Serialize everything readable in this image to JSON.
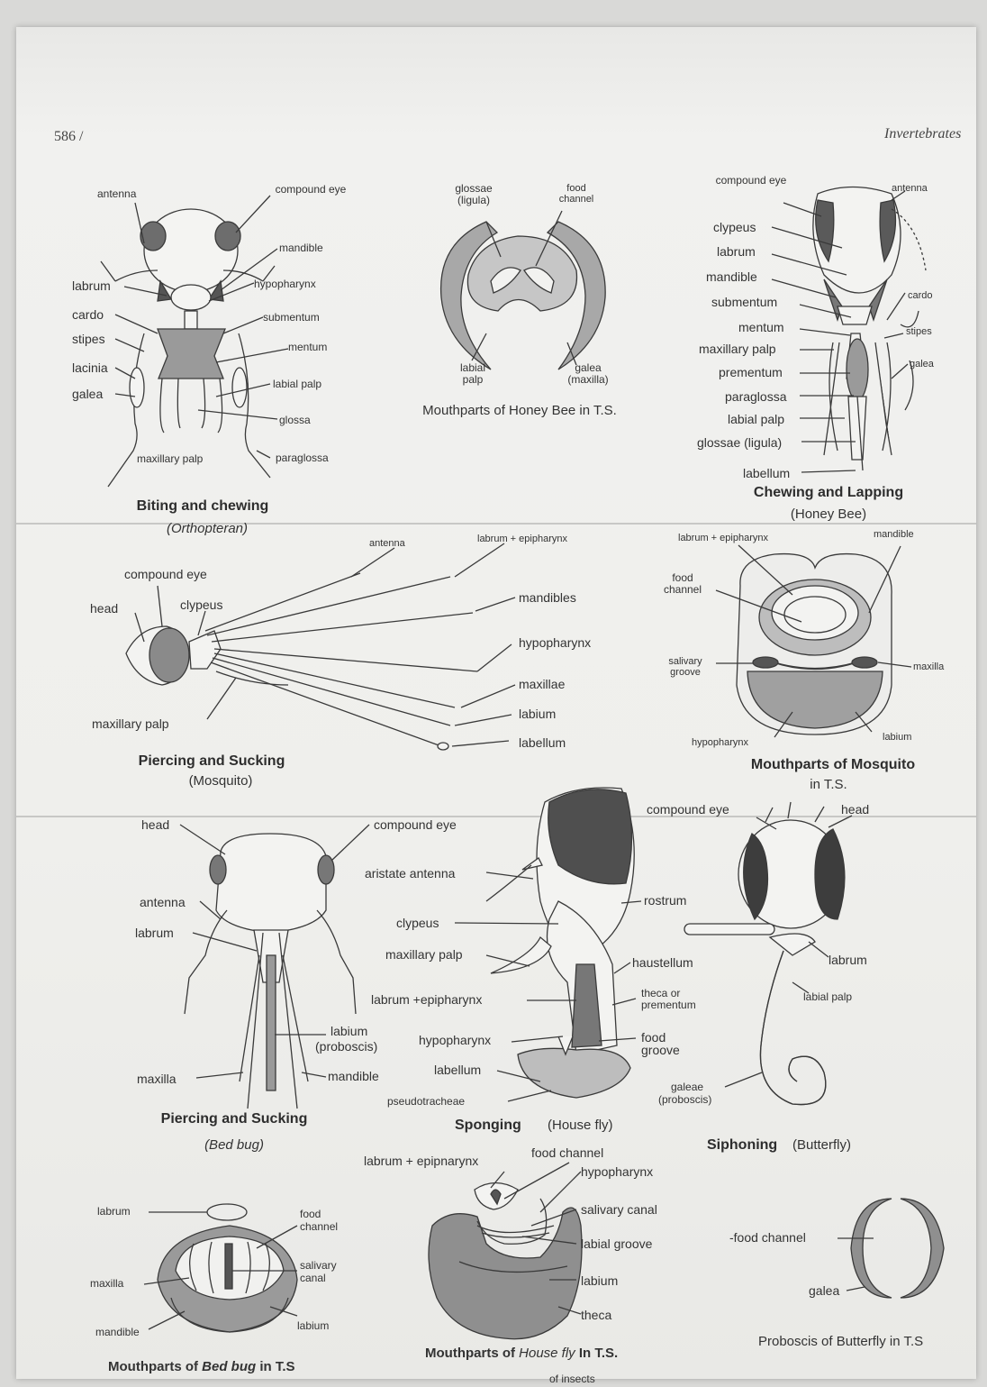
{
  "header": {
    "page_number": "586 /",
    "running_title": "Invertebrates"
  },
  "figs": {
    "orthopteran": {
      "labels": [
        "antenna",
        "compound eye",
        "mandible",
        "labrum",
        "hypopharynx",
        "cardo",
        "submentum",
        "stipes",
        "mentum",
        "lacinia",
        "galea",
        "labial palp",
        "glossa",
        "maxillary palp",
        "paraglossa"
      ],
      "caption": "Biting and chewing",
      "subcaption": "(Orthopteran)"
    },
    "honeybee_ts": {
      "labels": [
        "glossae (ligula)",
        "food channel",
        "labial palp",
        "galea (maxilla)"
      ],
      "caption": "Mouthparts of Honey Bee in T.S."
    },
    "honeybee": {
      "labels": [
        "compound eye",
        "antenna",
        "clypeus",
        "labrum",
        "mandible",
        "cardo",
        "submentum",
        "mentum",
        "stipes",
        "maxillary palp",
        "galea",
        "prementum",
        "paraglossa",
        "labial palp",
        "glossae (ligula)",
        "labellum"
      ],
      "caption": "Chewing and Lapping",
      "subcaption": "(Honey Bee)"
    },
    "mosquito": {
      "labels": [
        "antenna",
        "labrum + epipharynx",
        "compound eye",
        "head",
        "clypeus",
        "mandibles",
        "hypopharynx",
        "maxillae",
        "labium",
        "maxillary palp",
        "labellum"
      ],
      "caption": "Piercing and Sucking",
      "subcaption": "(Mosquito)"
    },
    "mosquito_ts": {
      "labels": [
        "labrum + epipharynx",
        "mandible",
        "food channel",
        "salivary groove",
        "maxilla",
        "hypopharynx",
        "labium"
      ],
      "caption": "Mouthparts of Mosquito",
      "caption2": "in T.S."
    },
    "bedbug": {
      "labels": [
        "head",
        "compound eye",
        "antenna",
        "labrum",
        "labium",
        "(proboscis)",
        "maxilla",
        "mandible"
      ],
      "caption": "Piercing and Sucking",
      "subcaption": "(Bed bug)"
    },
    "housefly": {
      "labels": [
        "aristate antenna",
        "clypeus",
        "maxillary palp",
        "labrum +epipharynx",
        "hypopharynx",
        "labellum",
        "pseudotracheae",
        "rostrum",
        "haustellum",
        "theca or",
        "prementum",
        "food",
        "groove"
      ],
      "caption": "Sponging",
      "subcaption": "(House fly)"
    },
    "butterfly": {
      "labels": [
        "compound eye",
        "head",
        "labrum",
        "labial palp",
        "galeae",
        "(proboscis)"
      ],
      "caption": "Siphoning",
      "subcaption": "(Butterfly)"
    },
    "bedbug_ts": {
      "labels": [
        "labrum",
        "food",
        "channel",
        "salivary",
        "canal",
        "maxilla",
        "labium",
        "mandible"
      ],
      "caption_a": "Mouthparts of ",
      "caption_b": "Bed bug",
      "caption_c": " in T.S"
    },
    "housefly_ts": {
      "labels": [
        "labrum + epipnarynx",
        "food channel",
        "hypopharynx",
        "salivary canal",
        "labial groove",
        "labium",
        "theca"
      ],
      "caption_a": "Mouthparts of ",
      "caption_b": "House fly",
      "caption_c": " In T.S."
    },
    "butterfly_ts": {
      "labels": [
        "-food channel",
        "galea"
      ],
      "caption": "Proboscis of Butterfly in T.S"
    },
    "footer_fragment": "of insects"
  }
}
